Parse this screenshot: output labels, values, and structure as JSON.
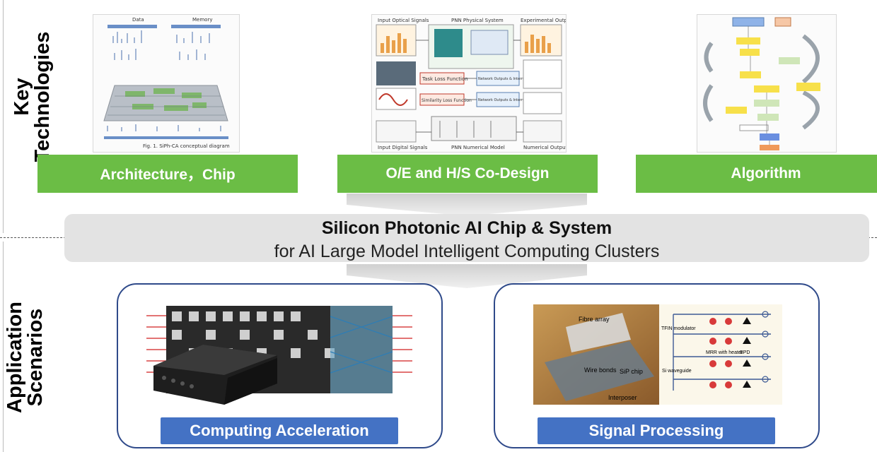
{
  "section_labels": {
    "top": [
      "Key",
      "Technologies"
    ],
    "bottom": [
      "Application",
      "Scenarios"
    ]
  },
  "technologies": [
    {
      "label": "Architecture，Chip"
    },
    {
      "label": "O/E and H/S Co-Design"
    },
    {
      "label": "Algorithm"
    }
  ],
  "fig1": {
    "top_labels": [
      "Data",
      "Memory"
    ],
    "caption": "Fig. 1. SiPh-CA conceptual diagram"
  },
  "fig2": {
    "headers": [
      "Input Optical Signals",
      "PNN Physical System",
      "Experimental Outputs"
    ],
    "boxes": [
      "Task Loss Function",
      "Similarity Loss Function",
      "Network Outputs & Internal States (Optical)",
      "Network Outputs & Internal States (Digital)"
    ],
    "footers": [
      "Input Digital Signals",
      "PNN Numerical Model",
      "Numerical Outputs"
    ]
  },
  "fig3": {},
  "center": {
    "title": "Silicon Photonic AI Chip & System",
    "subtitle": "for AI Large Model Intelligent Computing Clusters"
  },
  "scenarios": [
    {
      "label": "Computing Acceleration"
    },
    {
      "label": "Signal Processing"
    }
  ],
  "sig_photo_labels": {
    "fibre_array": "Fibre array",
    "wire_bonds": "Wire bonds",
    "sip_chip": "SiP chip",
    "interposer": "Interposer"
  },
  "sig_schematic_labels": {
    "modulator": "TFIN modulator",
    "mrr": "MRR with heater",
    "bpd": "BPD",
    "waveguide": "Si waveguide"
  },
  "colors": {
    "green": "#6bbd45",
    "blue": "#4472c4",
    "border": "#2f4a8a",
    "gray_box": "#e3e3e3"
  }
}
